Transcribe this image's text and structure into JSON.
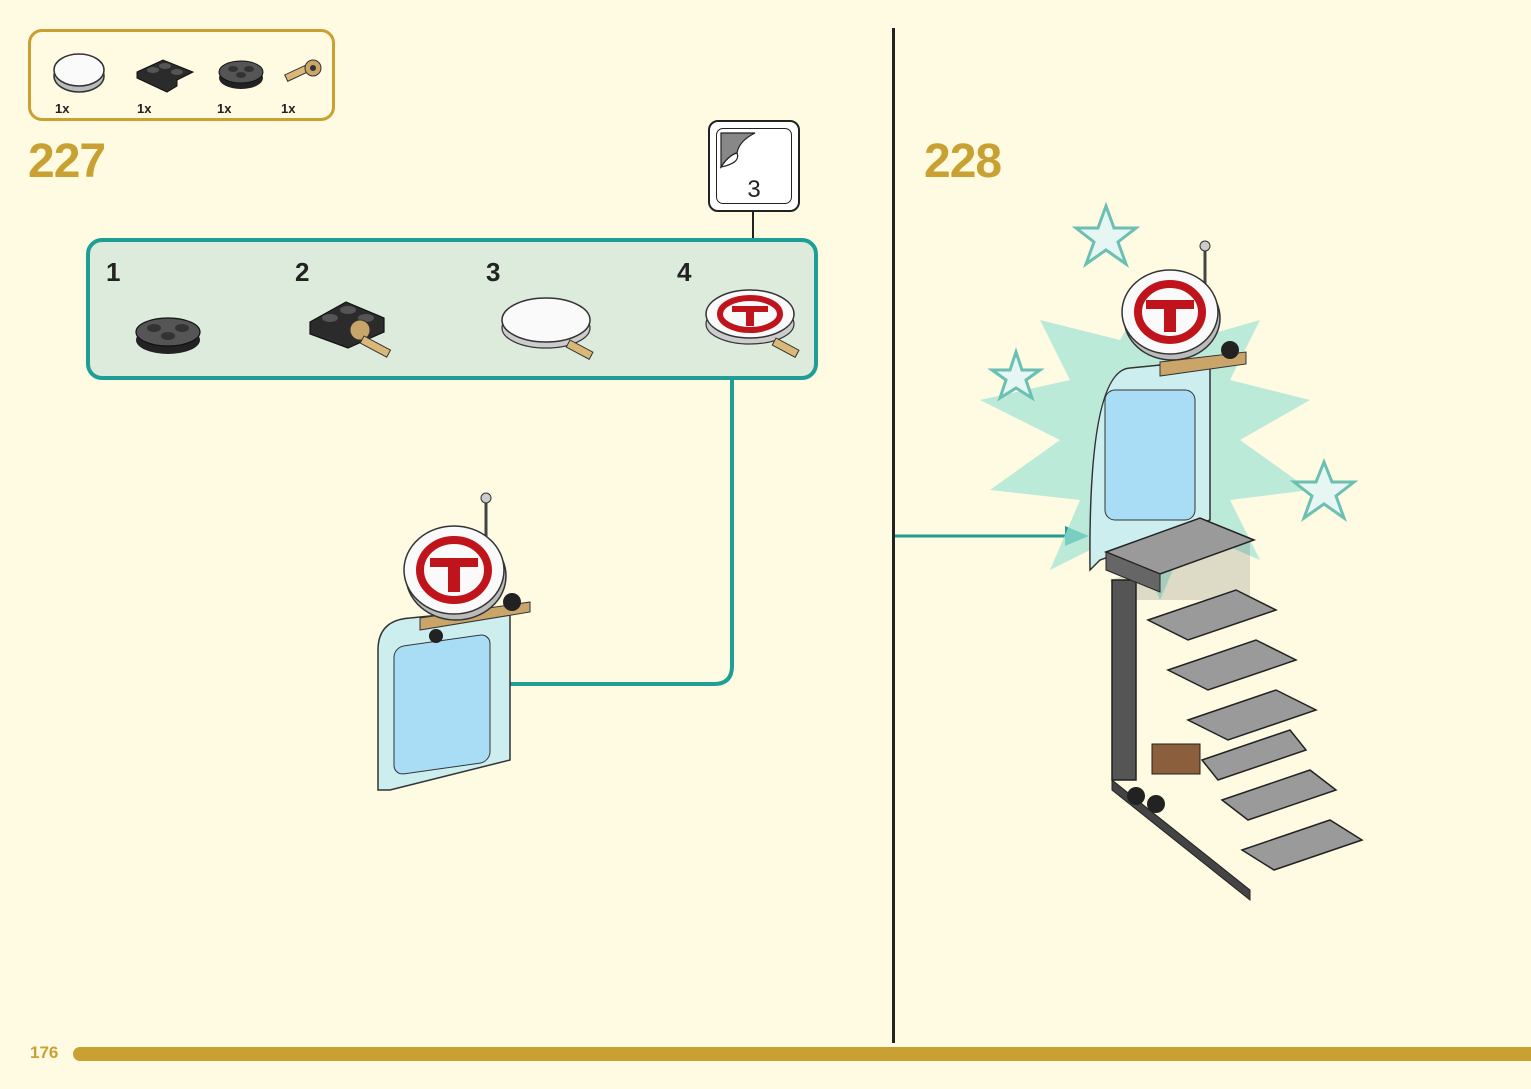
{
  "page": {
    "number": "176"
  },
  "parts_list": {
    "items": [
      {
        "name": "round-tile-white",
        "qty": "1x"
      },
      {
        "name": "l-plate-black",
        "qty": "1x"
      },
      {
        "name": "round-plate-dark",
        "qty": "1x"
      },
      {
        "name": "tan-connector",
        "qty": "1x"
      }
    ]
  },
  "steps": [
    {
      "number": "227",
      "substeps": [
        {
          "number": "1"
        },
        {
          "number": "2"
        },
        {
          "number": "3"
        },
        {
          "number": "4"
        }
      ],
      "page_ref": "3"
    },
    {
      "number": "228"
    }
  ],
  "colors": {
    "accent": "#c9a133",
    "teal": "#1f9e95",
    "background": "#fefbe2"
  }
}
